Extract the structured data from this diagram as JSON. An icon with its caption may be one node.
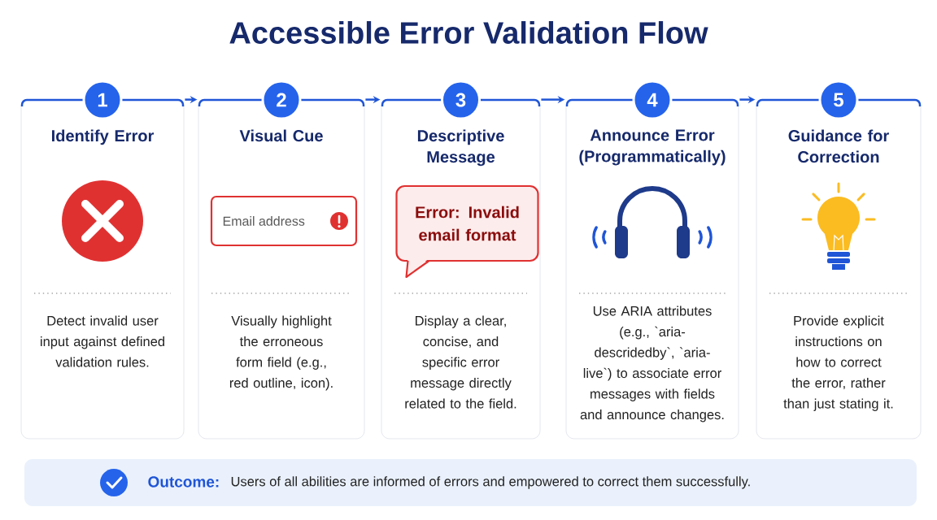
{
  "diagram": {
    "title": "Accessible Error Validation Flow",
    "nodes": [
      {
        "text": [
          "1",
          "Identify Error",
          "Detect invalid user input against defined validation rules."
        ]
      },
      {
        "text": [
          "2",
          "Visual Cue",
          "Visually highlight the erroneous form field (e.g., red outline, icon)."
        ]
      },
      {
        "text": [
          "Email address"
        ],
        "in": 1
      },
      {
        "text": [
          "3",
          "Descriptive Message",
          "Display a clear, concise, and specific error message directly related to the field."
        ]
      },
      {
        "text": [
          "Error: Invalid email format"
        ],
        "in": 3
      },
      {
        "text": [
          "4",
          "Announce Error (Programmatically)",
          "Use ARIA attributes (e.g., `aria-descridedby`, `aria-live`) to associate error messages with fields and announce changes."
        ]
      },
      {
        "text": [
          "5",
          "Guidance for Correction",
          "Provide explicit instructions on how to correct the error, rather than just stating it."
        ]
      },
      {
        "text": [
          "Outcome:",
          "Users of all abilities are informed of errors and empowered to correct them successfully."
        ]
      }
    ],
    "edges": [
      {
        "from": 0,
        "to": 1,
        "arrow": "to"
      },
      {
        "from": 1,
        "to": 3,
        "arrow": "to"
      },
      {
        "from": 3,
        "to": 5,
        "arrow": "to"
      },
      {
        "from": 5,
        "to": 6,
        "arrow": "to"
      }
    ]
  }
}
